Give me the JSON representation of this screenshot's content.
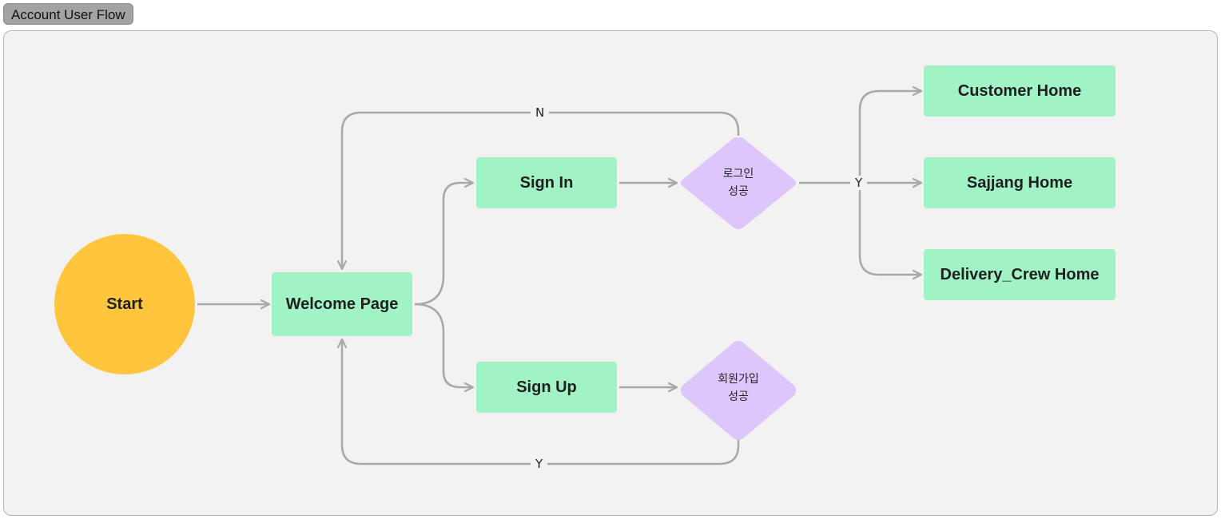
{
  "frame": {
    "title": "Account User Flow"
  },
  "nodes": {
    "start": "Start",
    "welcome": "Welcome Page",
    "sign_in": "Sign In",
    "sign_up": "Sign Up",
    "login_success": "로그인\n성공",
    "signup_success": "회원가입\n성공",
    "customer_home": "Customer Home",
    "sajjang_home": "Sajjang Home",
    "delivery_home": "Delivery_Crew Home"
  },
  "edge_labels": {
    "login_no": "N",
    "login_yes": "Y",
    "signup_yes": "Y"
  },
  "colors": {
    "start": "#ffc53d",
    "box": "#a1f2c5",
    "decision": "#dcc6fb",
    "edge": "#a8a8a8"
  }
}
